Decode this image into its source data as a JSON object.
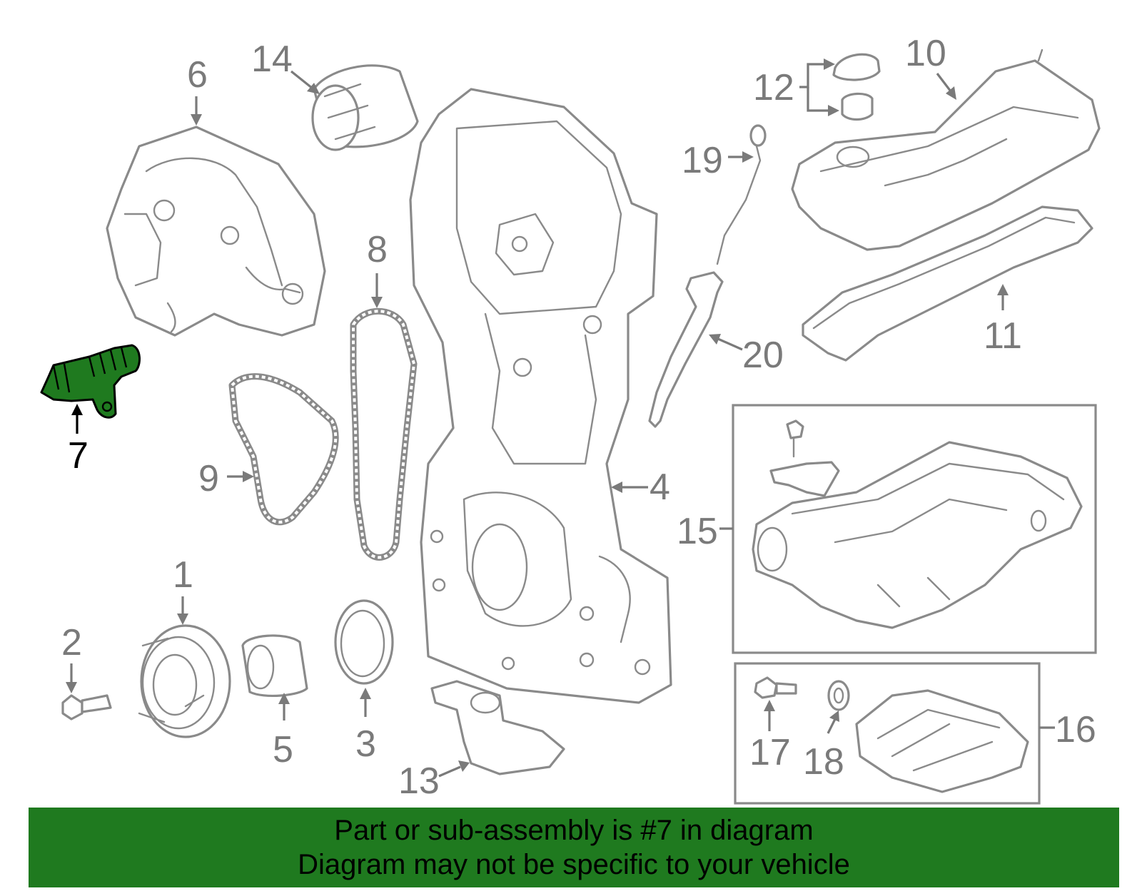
{
  "callouts": {
    "c1": "1",
    "c2": "2",
    "c3": "3",
    "c4": "4",
    "c5": "5",
    "c6": "6",
    "c7": "7",
    "c8": "8",
    "c9": "9",
    "c10": "10",
    "c11": "11",
    "c12": "12",
    "c13": "13",
    "c14": "14",
    "c15": "15",
    "c16": "16",
    "c17": "17",
    "c18": "18",
    "c19": "19",
    "c20": "20"
  },
  "highlighted_part": "7",
  "colors": {
    "highlight": "#1f7a1f",
    "line_art": "#8a8a8a",
    "banner_bg": "#1f7a1f"
  },
  "banner": {
    "line1": "Part or sub-assembly is #7 in diagram",
    "line2": "Diagram may not be specific to your vehicle"
  }
}
